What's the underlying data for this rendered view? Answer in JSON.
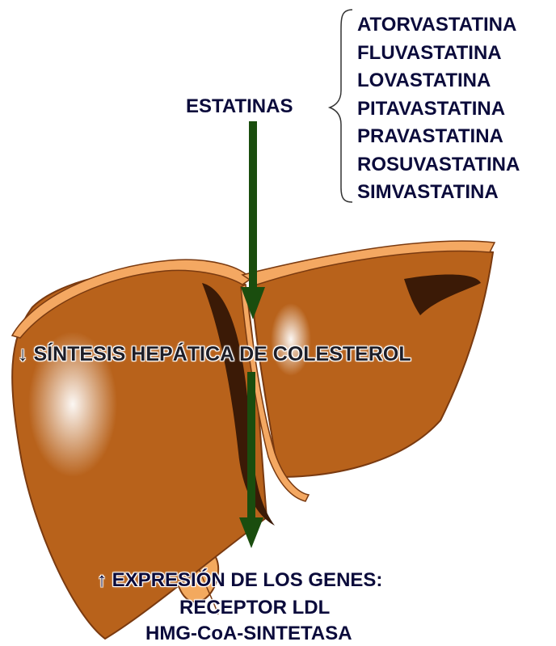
{
  "statins_label": "ESTATINAS",
  "statins": [
    "ATORVASTATINA",
    "FLUVASTATINA",
    "LOVASTATINA",
    "PITAVASTATINA",
    "PRAVASTATINA",
    "ROSUVASTATINA",
    "SIMVASTATINA"
  ],
  "effect_1": "↓ SÍNTESIS HEPÁTICA DE COLESTEROL",
  "effect_2": {
    "line_1": "↑ EXPRESIÓN DE LOS GENES:",
    "line_2": "RECEPTOR LDL",
    "line_3": "HMG-CoA-SINTETASA"
  },
  "colors": {
    "liver": "#b8621b",
    "liver_dark": "#3b1a06",
    "liver_edge": "#f4a862",
    "arrow": "#1a4d0e",
    "text": "#0b0b3b"
  }
}
